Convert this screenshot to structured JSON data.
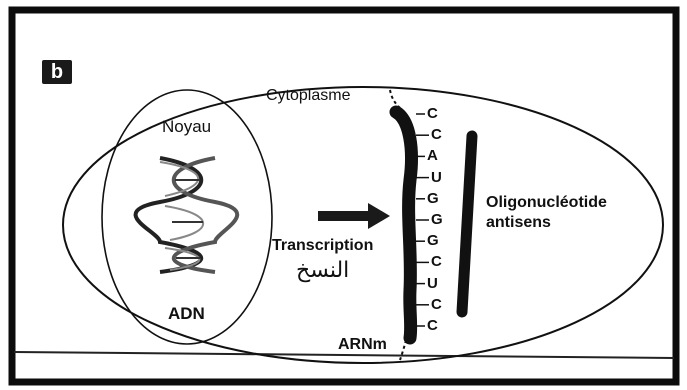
{
  "panel_label": "b",
  "labels": {
    "cytoplasm": "Cytoplasme",
    "nucleus": "Noyau",
    "dna": "ADN",
    "transcription": "Transcription",
    "transcription_ar": "النسخ",
    "mrna": "ARNm",
    "antisense_line1": "Oligonucléotide",
    "antisense_line2": "antisens"
  },
  "mrna_bases": [
    "C",
    "C",
    "A",
    "U",
    "G",
    "G",
    "G",
    "C",
    "U",
    "C",
    "C"
  ],
  "colors": {
    "ink": "#111111",
    "frame": "#0c0c0c",
    "background": "#ffffff"
  }
}
